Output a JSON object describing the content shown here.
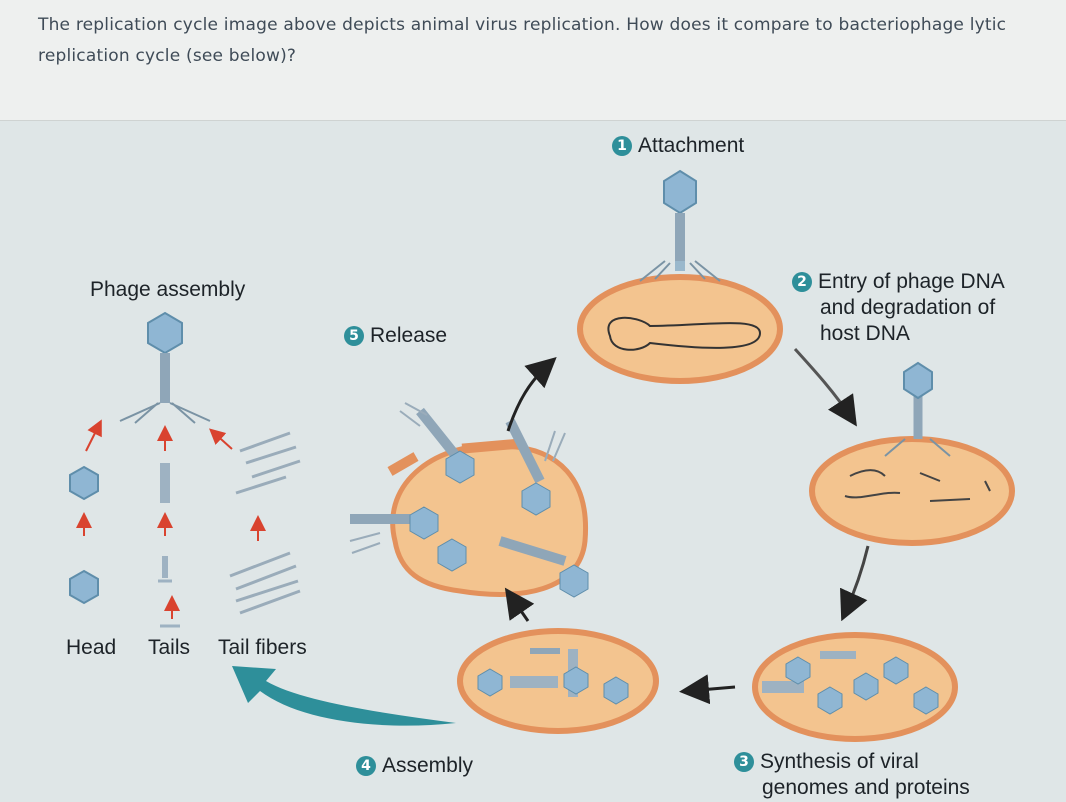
{
  "question": {
    "line1": "The replication cycle image above depicts animal virus replication. How does it compare to bacteriophage lytic",
    "line2": "replication cycle (see below)?"
  },
  "diagram": {
    "steps": [
      {
        "number": "1",
        "label": "Attachment"
      },
      {
        "number": "2",
        "label_lines": [
          "Entry of phage DNA",
          "and degradation of",
          "host DNA"
        ]
      },
      {
        "number": "3",
        "label_lines": [
          "Synthesis of viral",
          "genomes and proteins"
        ]
      },
      {
        "number": "4",
        "label": "Assembly"
      },
      {
        "number": "5",
        "label": "Release"
      }
    ],
    "assembly": {
      "title": "Phage assembly",
      "parts": [
        "Head",
        "Tails",
        "Tail fibers"
      ]
    },
    "colors": {
      "cell": "#f3c48f",
      "cell_border": "#e3915c",
      "phage": "#8fb6d3",
      "accent": "#2e8f9a"
    }
  }
}
